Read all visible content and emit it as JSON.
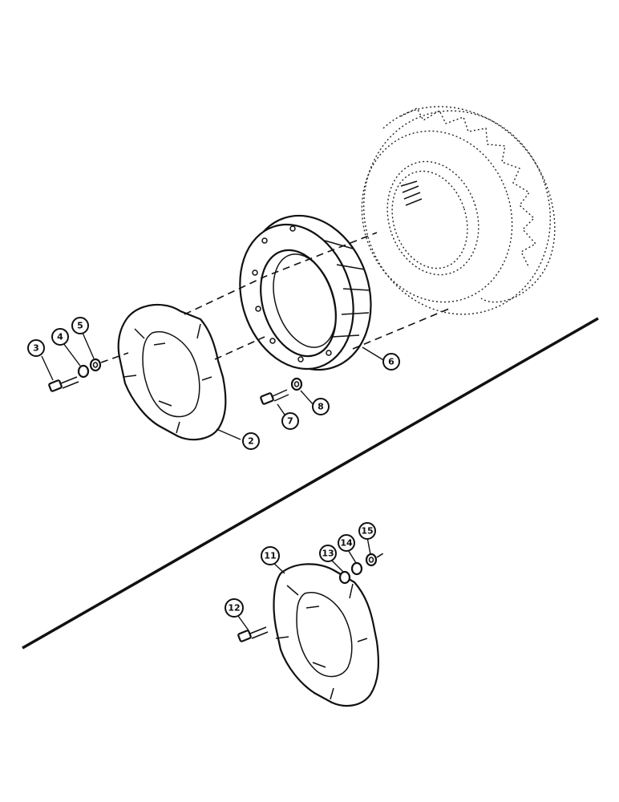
{
  "callouts": {
    "c2": "2",
    "c3": "3",
    "c4": "4",
    "c5": "5",
    "c6": "6",
    "c7": "7",
    "c8": "8",
    "c11": "11",
    "c12": "12",
    "c13": "13",
    "c14": "14",
    "c15": "15"
  }
}
